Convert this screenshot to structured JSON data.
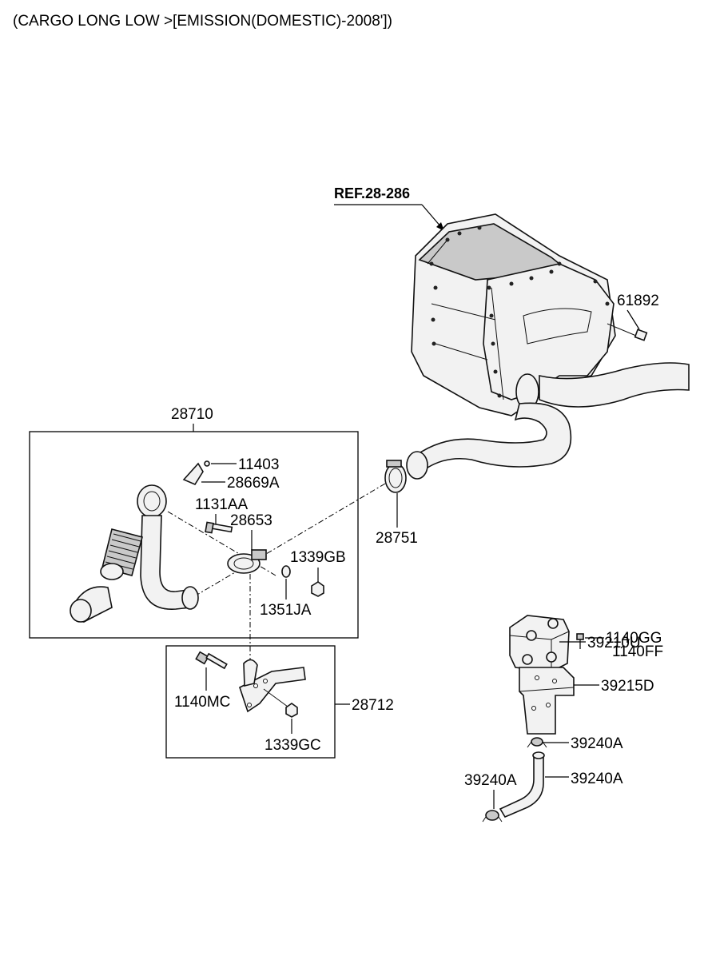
{
  "title": "(CARGO LONG LOW >[EMISSION(DOMESTIC)-2008'])",
  "reference": "REF.28-286",
  "groups": {
    "upper_box": "28710",
    "lower_box": "28712"
  },
  "labels": {
    "p61892": "61892",
    "p11403": "11403",
    "p28669A": "28669A",
    "p1131AA": "1131AA",
    "p28653": "28653",
    "p1339GB": "1339GB",
    "p1351JA": "1351JA",
    "p28751": "28751",
    "p1140MC": "1140MC",
    "p1339GC": "1339GC",
    "p39210U": "39210U",
    "p1140GG": "1140GG",
    "p1140FF": "1140FF",
    "p39215D": "39215D",
    "p39240A_1": "39240A",
    "p39240A_2": "39240A",
    "p39240A_3": "39240A"
  }
}
